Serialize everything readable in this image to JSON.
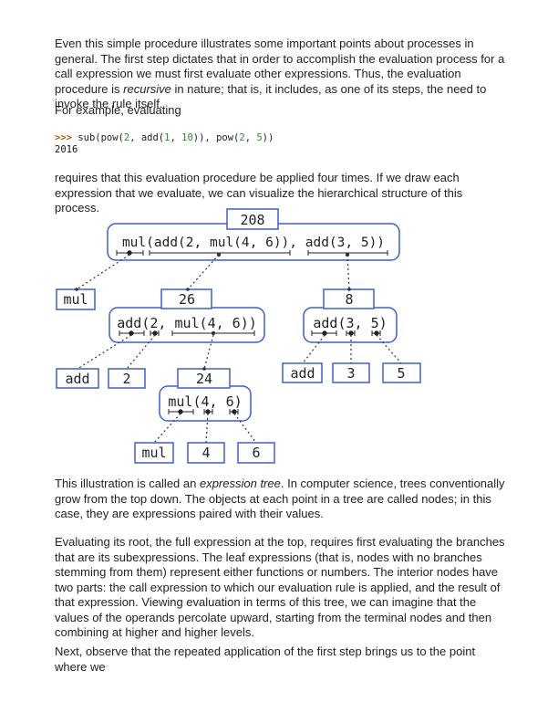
{
  "para1": {
    "text1": "Even this simple procedure illustrates some important points about processes in general. The first step dictates that in order to accomplish the evaluation process for a call expression we must first evaluate other expressions. Thus, the evaluation procedure is ",
    "em": "recursive",
    "text2": " in nature; that is, it includes, as one of its steps, the need to invoke the rule itself."
  },
  "para2": "For example, evaluating",
  "code": {
    "prompt": ">>>",
    "segments": [
      "sub(pow(",
      "2",
      ", add(",
      "1",
      ", ",
      "10",
      ")), pow(",
      "2",
      ", ",
      "5",
      "))"
    ],
    "output": "2016"
  },
  "para3": "requires that this evaluation procedure be applied four times. If we draw each expression that we evaluate, we can visualize the hierarchical structure of this process.",
  "tree": {
    "root_value": "208",
    "root_expr": "mul(add(2, mul(4, 6)), add(3, 5))",
    "n_mul": "mul",
    "n26_value": "26",
    "n26_expr": "add(2, mul(4, 6))",
    "n8_value": "8",
    "n8_expr": "add(3, 5)",
    "n_add_a": "add",
    "n_2": "2",
    "n24_value": "24",
    "n24_expr": "mul(4, 6)",
    "n_add_b": "add",
    "n_3": "3",
    "n_5": "5",
    "n_mul_b": "mul",
    "n_4": "4",
    "n_6": "6"
  },
  "para4": {
    "text1": "This illustration is called an ",
    "em": "expression tree",
    "text2": ". In computer science, trees conventionally grow from the top down. The objects at each point in a tree are called nodes; in this case, they are expressions paired with their values."
  },
  "para5": "Evaluating its root, the full expression at the top, requires first evaluating the branches that are its subexpressions. The leaf expressions (that is, nodes with no branches stemming from them) represent either functions or numbers. The interior nodes have two parts: the call expression to which our evaluation rule is applied, and the result of that expression. Viewing evaluation in terms of this tree, we can imagine that the values of the operands percolate upward, starting from the terminal nodes and then combining at higher and higher levels.",
  "para6": "Next, observe that the repeated application of the first step brings us to the point where we",
  "colors": {
    "box": "#3b5ed8",
    "prompt": "#b05a00",
    "number": "#2a8a2a"
  }
}
